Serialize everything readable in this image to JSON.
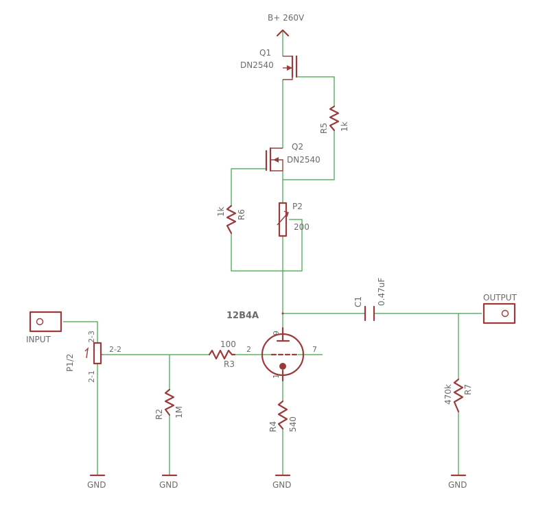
{
  "supply": {
    "label": "B+ 260V"
  },
  "q1": {
    "name": "Q1",
    "value": "DN2540"
  },
  "q2": {
    "name": "Q2",
    "value": "DN2540"
  },
  "r5": {
    "name": "R5",
    "value": "1k"
  },
  "r6": {
    "name": "R6",
    "value": "1k"
  },
  "p2": {
    "name": "P2",
    "value": "200"
  },
  "tube": {
    "name": "12B4A",
    "pin_plate": "9",
    "pin_grid": "2",
    "pin_heater": "7",
    "pin_cathode": "1"
  },
  "c1": {
    "name": "C1",
    "value": "0.47uF"
  },
  "output": {
    "label": "OUTPUT"
  },
  "input": {
    "label": "INPUT"
  },
  "p1": {
    "name": "P1/2",
    "pin1": "2-1",
    "pin2": "2-2",
    "pin3": "2-3"
  },
  "r3": {
    "name": "R3",
    "value": "100"
  },
  "r2": {
    "name": "R2",
    "value": "1M"
  },
  "r4": {
    "name": "R4",
    "value": "540"
  },
  "r7": {
    "name": "R7",
    "value": "470k"
  },
  "gnd": {
    "label": "GND"
  }
}
